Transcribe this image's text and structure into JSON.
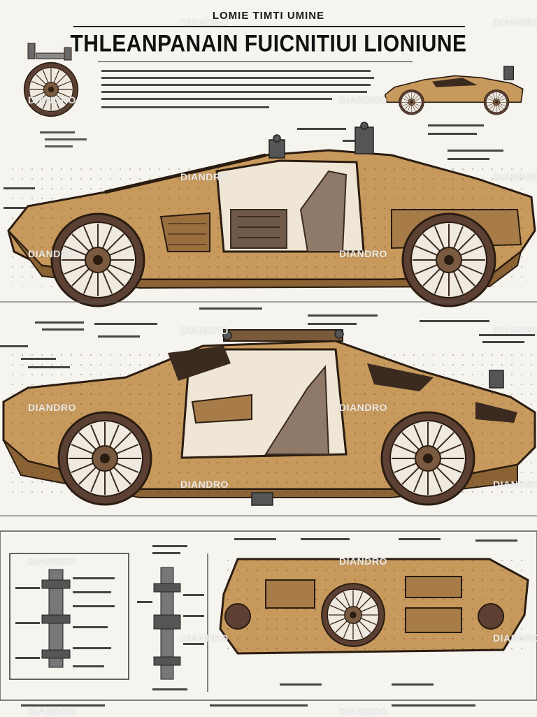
{
  "header": {
    "top_caption": "LOMIE TIMTI UMINE",
    "title": "THLEANPANAIN FUICNITIUI LIONIUNE"
  },
  "watermark": {
    "text": "DIANDRO"
  },
  "palette": {
    "body": "#c7995c",
    "body_shadow": "#8a6234",
    "outline": "#2a1c10",
    "tire": "#5c4034",
    "paper": "#f6f4ef"
  },
  "panels": {
    "upper_view": "side-elevation-car",
    "middle_view": "side-elevation-car-open",
    "lower_views": [
      "axle-detail-left",
      "axle-detail-right",
      "chassis-cutaway"
    ]
  }
}
